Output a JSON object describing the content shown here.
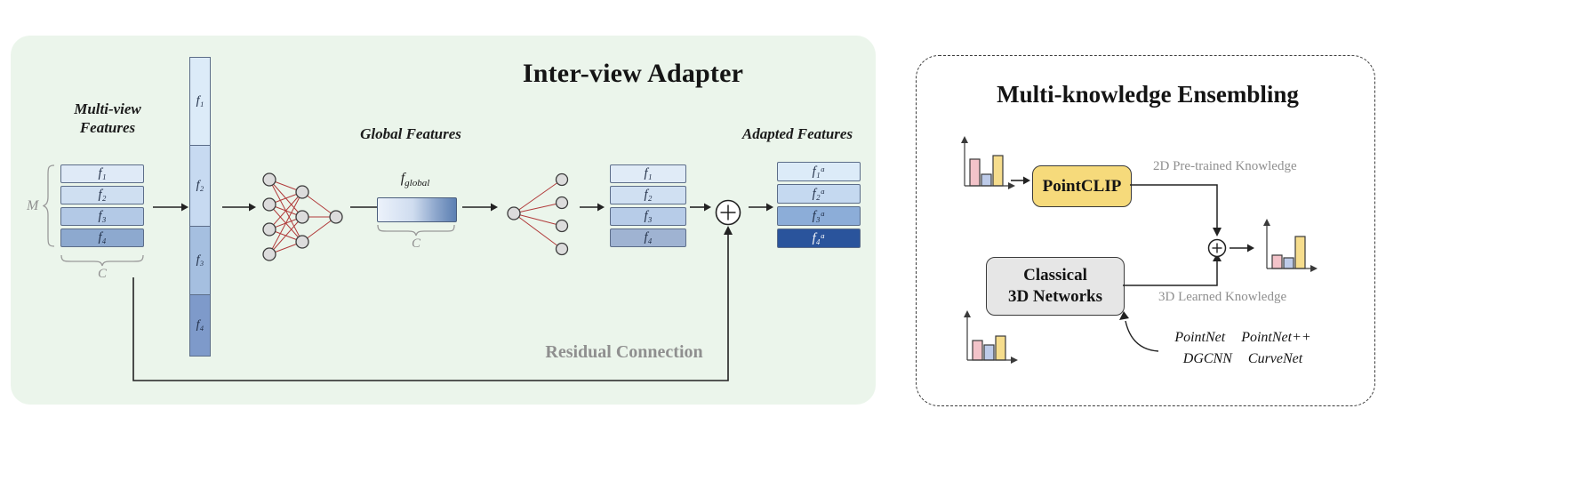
{
  "adapter": {
    "title": "Inter-view Adapter",
    "multiview": {
      "line1": "Multi-view",
      "line2": "Features"
    },
    "m_label": "M",
    "c_label_input": "C",
    "input_stack": [
      "f₁",
      "f₂",
      "f₃",
      "f₄"
    ],
    "column_stack": [
      "f₁",
      "f₂",
      "f₃",
      "f₄"
    ],
    "global_features_label": "Global Features",
    "f_global": {
      "base": "f",
      "sub": "global"
    },
    "c_label_global": "C",
    "mid_stack": [
      "f₁",
      "f₂",
      "f₃",
      "f₄"
    ],
    "adapted_features_label": "Adapted Features",
    "adapted_stack": [
      "f₁ᵃ",
      "f₂ᵃ",
      "f₃ᵃ",
      "f₄ᵃ"
    ],
    "residual_label": "Residual Connection"
  },
  "ensembling": {
    "title": "Multi-knowledge Ensembling",
    "pointclip_label": "PointCLIP",
    "classical": {
      "line1": "Classical",
      "line2": "3D Networks"
    },
    "knowledge_2d": "2D Pre-trained Knowledge",
    "knowledge_3d": "3D Learned Knowledge",
    "networks": {
      "row1": [
        "PointNet",
        "PointNet++"
      ],
      "row2": [
        "DGCNN",
        "CurveNet"
      ]
    }
  },
  "icons": [
    "histogram-icon",
    "neural-net-encoder-icon",
    "neural-net-decoder-icon",
    "plus-circle-icon",
    "arrow-right-icon",
    "curly-brace-icon",
    "curved-arrow-icon"
  ],
  "colors": {
    "panel_green": "#ebf5eb",
    "bar_blues_input": [
      "#dfeaf7",
      "#cfdff1",
      "#b3c9e6",
      "#8da9cf"
    ],
    "bar_blues_column": [
      "#dcebf8",
      "#c7daf1",
      "#a5bfe0",
      "#7e9aca"
    ],
    "bar_blues_mid": [
      "#e0ebf7",
      "#d0e0f2",
      "#b7cce8",
      "#9fb3d2"
    ],
    "bar_blues_adapted": [
      "#dcebf8",
      "#c5d9f0",
      "#8cadd8",
      "#2a549c"
    ],
    "pointclip_yellow": "#f6da7b",
    "classical_gray": "#e6e6e6",
    "nn_line_red": "#b13b3b",
    "hist_pink": "#f3c3c9",
    "hist_blue": "#bdcbe9",
    "hist_yellow": "#f6dd8d",
    "muted_gray": "#8f8f8f"
  }
}
